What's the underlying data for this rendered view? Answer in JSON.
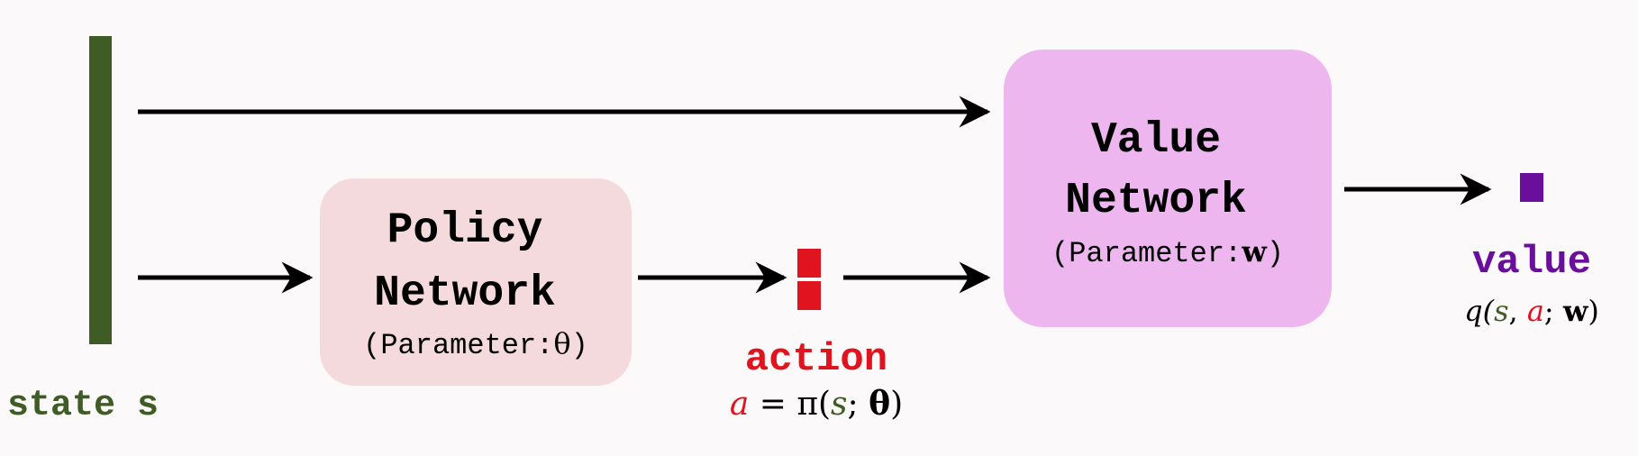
{
  "colors": {
    "background": "#fcf9fa",
    "state": "#3e5c23",
    "policy_box": "#f4dadd",
    "value_box": "#edb6ef",
    "action": "#e0141f",
    "value": "#6a0f9c",
    "arrow": "#000000"
  },
  "state": {
    "label": "state s"
  },
  "policy_network": {
    "line1": "Policy",
    "line2": "Network",
    "param_prefix": "(Parameter:",
    "param_symbol": "θ",
    "param_suffix": ")"
  },
  "value_network": {
    "line1": "Value",
    "line2": "Network",
    "param_prefix": "(Parameter:",
    "param_symbol": "w",
    "param_suffix": ")"
  },
  "action": {
    "label": "action",
    "formula": {
      "a": "a",
      "eq": " = π(",
      "s": "s",
      "sep": "; ",
      "theta": "θ",
      "close": ")"
    }
  },
  "value": {
    "label": "value",
    "formula": {
      "q": "q(",
      "s": "s",
      "comma": ", ",
      "a": "a",
      "sep": "; ",
      "w": "w",
      "close": ")"
    }
  }
}
